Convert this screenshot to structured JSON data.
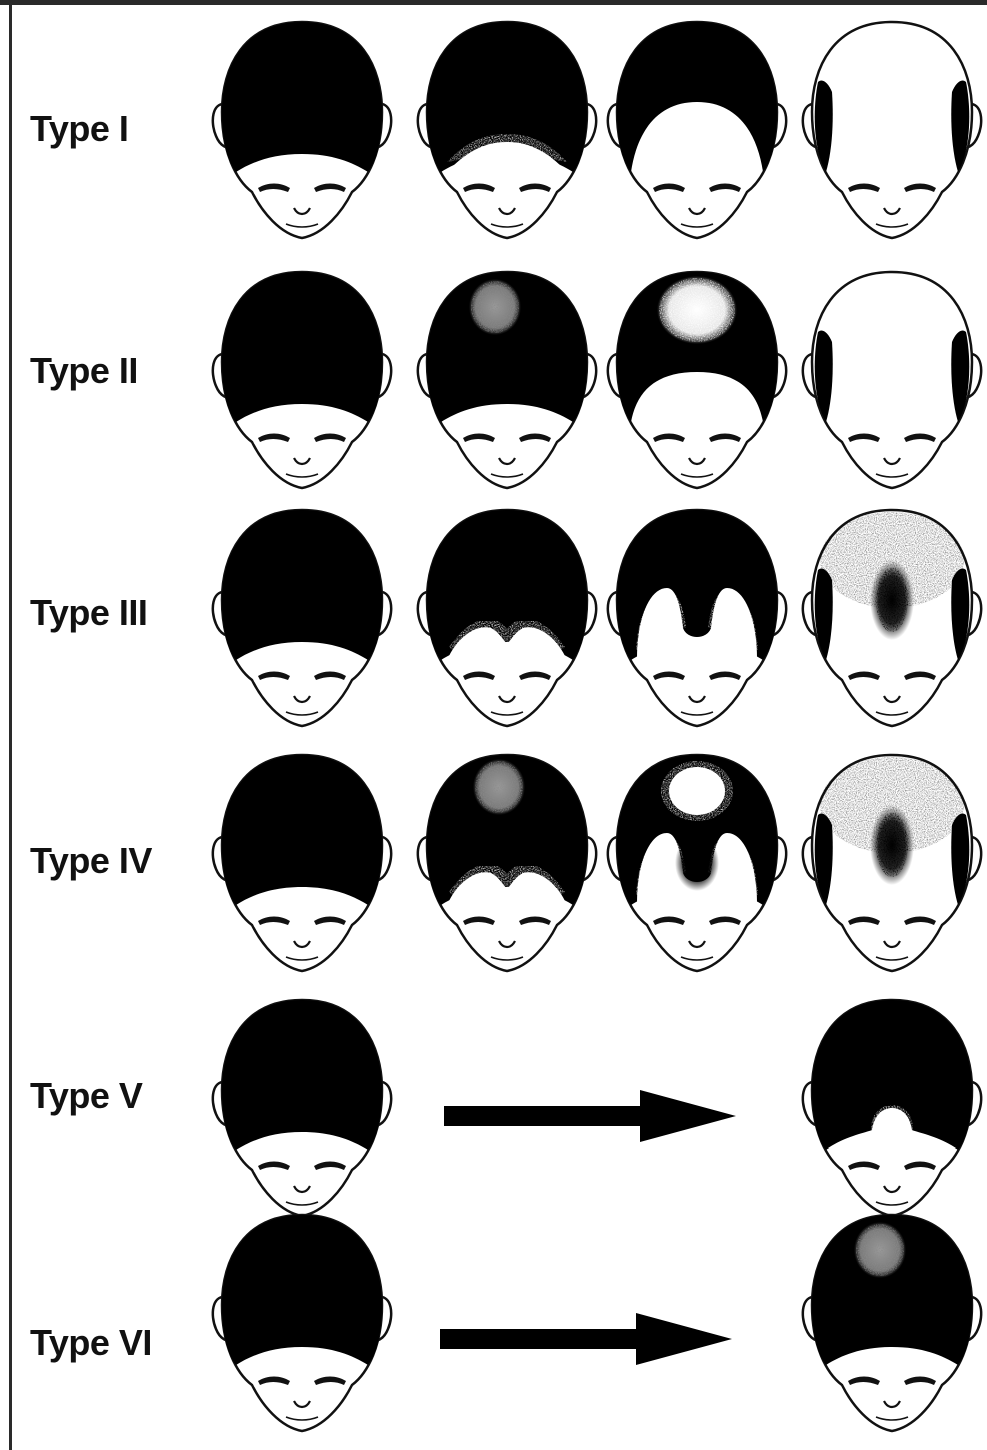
{
  "diagram": {
    "rows": [
      {
        "label": "Type I",
        "heads": [
          "full",
          "front-recede",
          "mid-recede",
          "bald-sides"
        ]
      },
      {
        "label": "Type II",
        "heads": [
          "full",
          "crown-patch",
          "crown-thin-recede",
          "bald-sides"
        ]
      },
      {
        "label": "Type III",
        "heads": [
          "full",
          "m-recede",
          "u-recede",
          "island-thin"
        ]
      },
      {
        "label": "Type IV",
        "heads": [
          "full",
          "crown-m",
          "crown-island",
          "island-thin"
        ]
      },
      {
        "label": "Type V",
        "heads": [
          "full",
          "arrow",
          "front-bump"
        ]
      },
      {
        "label": "Type VI",
        "heads": [
          "full",
          "arrow",
          "crown-patch-only"
        ]
      }
    ]
  }
}
